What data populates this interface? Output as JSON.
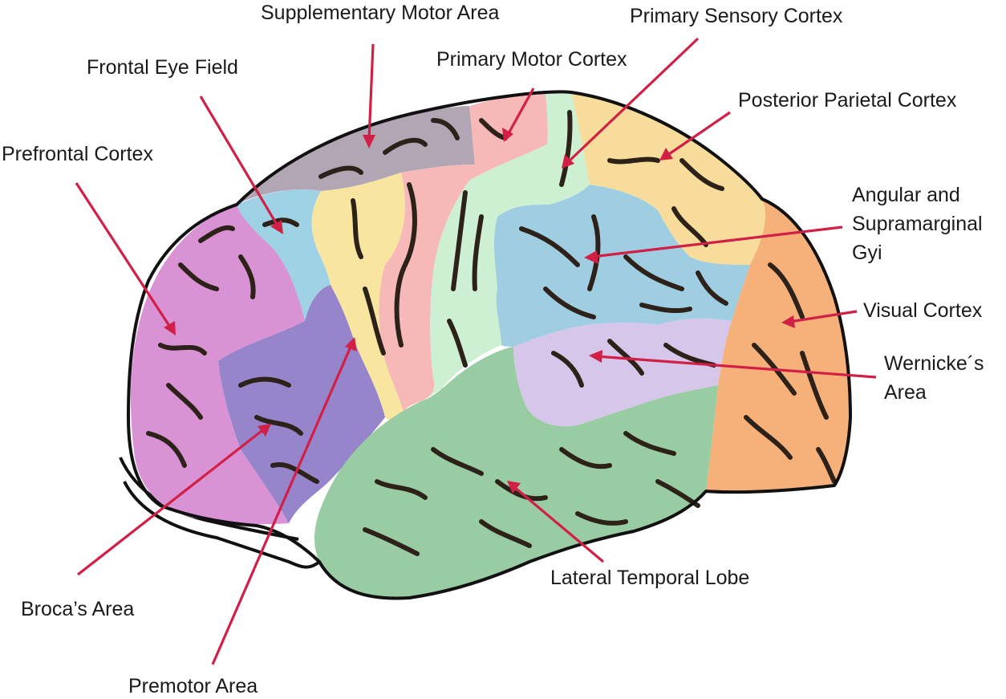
{
  "labels": {
    "supplementary_motor_area": "Supplementary Motor Area",
    "primary_sensory_cortex": "Primary Sensory Cortex",
    "frontal_eye_field": "Frontal Eye Field",
    "primary_motor_cortex": "Primary Motor Cortex",
    "posterior_parietal_cortex": "Posterior Parietal Cortex",
    "prefrontal_cortex": "Prefrontal Cortex",
    "angular_line1": "Angular and",
    "angular_line2": "Supramarginal",
    "angular_line3": "Gyi",
    "visual_cortex": "Visual Cortex",
    "wernicke_line1": "Wernicke´s",
    "wernicke_line2": "Area",
    "lateral_temporal_lobe": "Lateral Temporal Lobe",
    "brocas_area": "Broca’s Area",
    "premotor_area": "Premotor Area"
  },
  "colors": {
    "arrow": "#d21f46",
    "prefrontal": "#d992d3",
    "frontal_eye_field": "#9fd2e4",
    "supplementary_motor": "#b2a6b4",
    "premotor": "#f8e6a0",
    "broca": "#9785cc",
    "primary_motor": "#f7b9b7",
    "primary_sensory": "#cdf0d2",
    "posterior_parietal": "#f8dc9b",
    "angular_supramarginal": "#9fcde2",
    "visual": "#f6b17a",
    "wernicke": "#d5c6ea",
    "temporal": "#99cca2",
    "sulcus": "#2d2219"
  }
}
